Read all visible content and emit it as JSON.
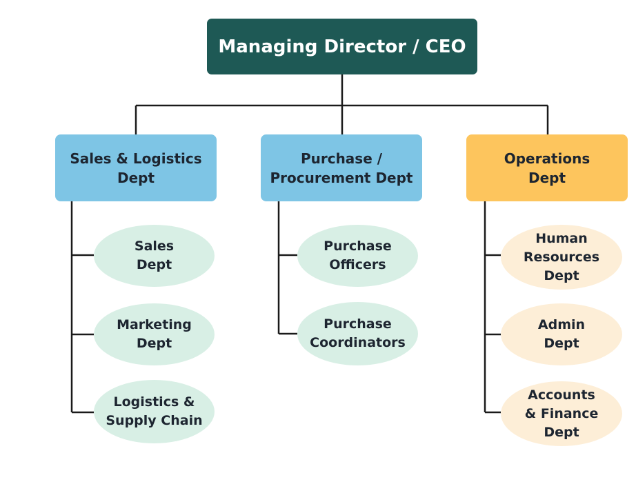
{
  "ceo": {
    "label": "Managing Director / CEO"
  },
  "departments": [
    {
      "label": "Sales & Logistics\nDept",
      "children": [
        "Sales\nDept",
        "Marketing\nDept",
        "Logistics &\nSupply Chain"
      ]
    },
    {
      "label": "Purchase /\nProcurement Dept",
      "children": [
        "Purchase\nOfficers",
        "Purchase\nCoordinators"
      ]
    },
    {
      "label": "Operations\nDept",
      "children": [
        "Human\nResources\nDept",
        "Admin\nDept",
        "Accounts\n& Finance\nDept"
      ]
    }
  ],
  "colors": {
    "ceo_fill": "#1e5955",
    "dept_blue": "#7ec5e5",
    "dept_orange": "#fdc55d",
    "sub_green": "#d8efe5",
    "sub_cream": "#fdeed7",
    "line": "#1a1a1a",
    "text_dark": "#1d2530"
  }
}
